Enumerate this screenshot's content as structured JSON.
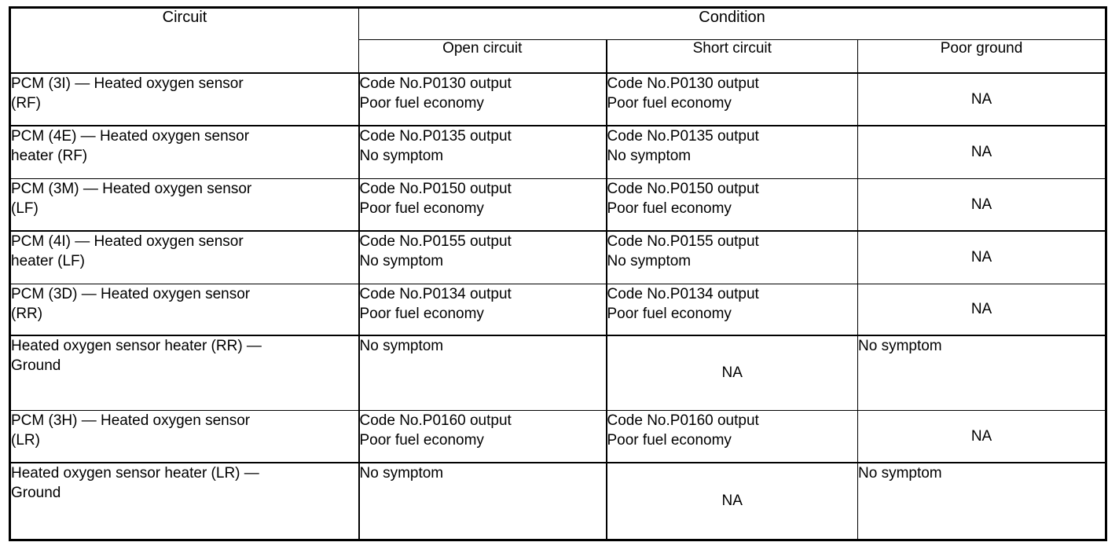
{
  "table": {
    "headers": {
      "circuit": "Circuit",
      "condition": "Condition",
      "open_circuit": "Open circuit",
      "short_circuit": "Short circuit",
      "poor_ground": "Poor ground"
    },
    "rows": [
      {
        "circuit": [
          "PCM (3I) — Heated oxygen sensor",
          "(RF)"
        ],
        "open": [
          "Code No.P0130 output",
          "Poor fuel economy"
        ],
        "short": [
          "Code No.P0130 output",
          "Poor fuel economy"
        ],
        "ground": [
          "NA"
        ],
        "ground_align": "center",
        "height": 67
      },
      {
        "circuit": [
          "PCM (4E) — Heated oxygen sensor",
          "heater (RF)"
        ],
        "open": [
          "Code No.P0135 output",
          "No symptom"
        ],
        "short": [
          "Code No.P0135 output",
          "No symptom"
        ],
        "ground": [
          "NA"
        ],
        "ground_align": "center",
        "height": 67
      },
      {
        "circuit": [
          "PCM (3M) — Heated oxygen sensor",
          "(LF)"
        ],
        "open": [
          "Code No.P0150 output",
          "Poor fuel economy"
        ],
        "short": [
          "Code No.P0150 output",
          "Poor fuel economy"
        ],
        "ground": [
          "NA"
        ],
        "ground_align": "center",
        "height": 67
      },
      {
        "circuit": [
          "PCM (4I) — Heated oxygen sensor",
          "heater (LF)"
        ],
        "open": [
          "Code No.P0155 output",
          "No symptom"
        ],
        "short": [
          "Code No.P0155 output",
          "No symptom"
        ],
        "ground": [
          "NA"
        ],
        "ground_align": "center",
        "height": 67
      },
      {
        "circuit": [
          "PCM (3D) — Heated oxygen sensor",
          "(RR)"
        ],
        "open": [
          "Code No.P0134 output",
          "Poor fuel economy"
        ],
        "short": [
          "Code No.P0134 output",
          "Poor fuel economy"
        ],
        "ground": [
          "NA"
        ],
        "ground_align": "center",
        "height": 66
      },
      {
        "circuit": [
          "Heated oxygen sensor heater  (RR) —",
          "Ground"
        ],
        "open": [
          "No symptom"
        ],
        "short": [
          "NA"
        ],
        "short_align": "center",
        "ground": [
          "No symptom"
        ],
        "ground_align": "top",
        "height": 95
      },
      {
        "circuit": [
          "PCM (3H) — Heated oxygen sensor",
          "(LR)"
        ],
        "open": [
          "Code No.P0160 output",
          "Poor fuel economy"
        ],
        "short": [
          "Code No.P0160 output",
          "Poor fuel economy"
        ],
        "ground": [
          "NA"
        ],
        "ground_align": "center",
        "height": 67
      },
      {
        "circuit": [
          "Heated oxygen sensor heater  (LR) —",
          "Ground"
        ],
        "open": [
          "No symptom"
        ],
        "short": [
          "NA"
        ],
        "short_align": "center",
        "ground": [
          "No symptom"
        ],
        "ground_align": "top",
        "height": 98
      }
    ]
  }
}
